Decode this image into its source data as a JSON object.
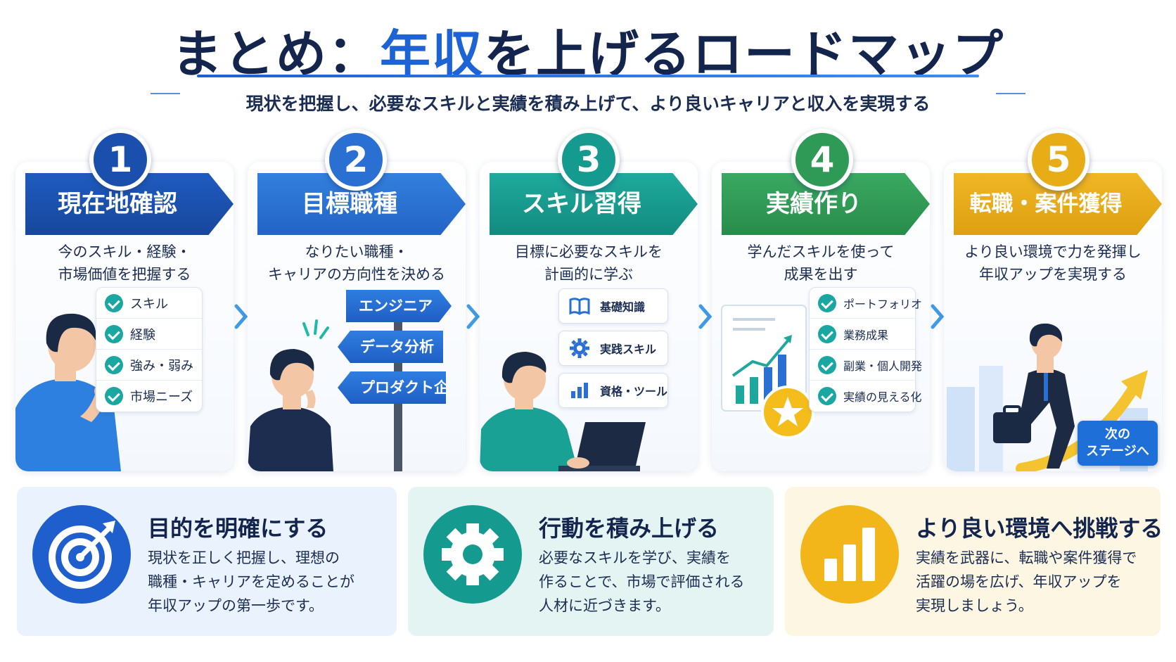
{
  "header": {
    "title_prefix": "まとめ：",
    "title_highlight": "年収",
    "title_suffix": "を上げるロードマップ",
    "subtitle": "現状を把握し、必要なスキルと実績を積み上げて、より良いキャリアと収入を実現する"
  },
  "steps": [
    {
      "number": "1",
      "label": "現在地確認",
      "desc": [
        "今のスキル・経験・",
        "市場価値を把握する"
      ],
      "checklist": [
        "スキル",
        "経験",
        "強み・弱み",
        "市場ニーズ"
      ]
    },
    {
      "number": "2",
      "label": "目標職種",
      "desc": [
        "なりたい職種・",
        "キャリアの方向性を決める"
      ],
      "signs": [
        "エンジニア",
        "データ分析",
        "プロダクト企画"
      ]
    },
    {
      "number": "3",
      "label": "スキル習得",
      "desc": [
        "目標に必要なスキルを",
        "計画的に学ぶ"
      ],
      "skills": [
        "基礎知識",
        "実践スキル",
        "資格・ツール"
      ]
    },
    {
      "number": "4",
      "label": "実績作り",
      "desc": [
        "学んだスキルを使って",
        "成果を出す"
      ],
      "checklist": [
        "ポートフォリオ",
        "業務成果",
        "副業・個人開発",
        "実績の見える化"
      ]
    },
    {
      "number": "5",
      "label": "転職・案件獲得",
      "desc": [
        "より良い環境で力を発揮し",
        "年収アップを実現する"
      ],
      "badge": [
        "次の",
        "ステージへ"
      ]
    }
  ],
  "summary": [
    {
      "title": "目的を明確にする",
      "text": [
        "現状を正しく把握し、理想の",
        "職種・キャリアを定めることが",
        "年収アップの第一歩です。"
      ],
      "icon": "target-icon"
    },
    {
      "title": "行動を積み上げる",
      "text": [
        "必要なスキルを学び、実績を",
        "作ることで、市場で評価される",
        "人材に近づきます。"
      ],
      "icon": "gear-icon"
    },
    {
      "title": "より良い環境へ挑戦する",
      "text": [
        "実績を武器に、転職や案件獲得で",
        "活躍の場を広げ、年収アップを",
        "実現しましょう。"
      ],
      "icon": "bar-chart-icon"
    }
  ],
  "colors": {
    "navy": "#13254d",
    "blue": "#1d63d6",
    "teal": "#16a39b",
    "green": "#2e9e57",
    "gold": "#f0b41c",
    "step1": "#1a4fae",
    "step2": "#2a6fd2",
    "step3": "#159a8f",
    "step4": "#2f9a55",
    "step5": "#e8ac17"
  }
}
